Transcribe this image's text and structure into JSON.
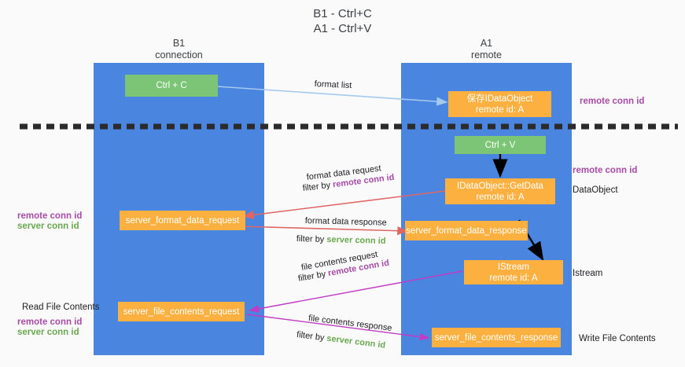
{
  "title": {
    "line1": "B1 - Ctrl+C",
    "line2": "A1 - Ctrl+V"
  },
  "columns": [
    {
      "name": "B1",
      "subtitle": "connection"
    },
    {
      "name": "A1",
      "subtitle": "remote"
    }
  ],
  "nodes": {
    "ctrl_c": "Ctrl + C",
    "ctrl_v": "Ctrl + V",
    "save_idataobject_l1": "保存IDataObject",
    "save_idataobject_l2": "remote id: A",
    "getdata_l1": "IDataObject::GetData",
    "getdata_l2": "remote id: A",
    "istream_l1": "IStream",
    "istream_l2": "remote id: A",
    "server_format_data_request": "server_format_data_request",
    "server_format_data_response": "server_format_data_response",
    "server_file_contents_request": "server_file_contents_request",
    "server_file_contents_response": "server_file_contents_response"
  },
  "edge_labels": {
    "format_list": "format list",
    "format_data_request": "format data request",
    "format_data_request_filter_prefix": "filter by ",
    "format_data_request_filter_key": "remote conn id",
    "format_data_response": "format data response",
    "format_data_response_filter_prefix": "filter by ",
    "format_data_response_filter_key": "server conn id",
    "file_contents_request": "file contents request",
    "file_contents_request_filter_prefix": "filter by ",
    "file_contents_request_filter_key": "remote conn id",
    "file_contents_response": "file contents response",
    "file_contents_response_filter_prefix": "filter by ",
    "file_contents_response_filter_key": "server conn id"
  },
  "right_labels": {
    "remote_conn_id_top": "remote conn id",
    "remote_conn_id_mid": "remote conn id",
    "dataobject": "DataObject",
    "istream": "Istream",
    "write_file_contents": "Write File Contents"
  },
  "left_labels": {
    "remote_conn_id": "remote conn id",
    "server_conn_id": "server conn id",
    "read_file_contents": "Read File Contents",
    "remote_conn_id_2": "remote conn id",
    "server_conn_id_2": "server conn id"
  },
  "colors": {
    "column_blue": "#4a86e0",
    "node_green": "#7cc576",
    "node_orange": "#fbb040",
    "arrow_lightblue": "#a4c8ee",
    "arrow_red": "#e06666",
    "arrow_magenta": "#c33ac3",
    "arrow_black": "#000000",
    "key_purple": "#a64ca6",
    "key_green": "#6aa84f",
    "background": "#fafafa"
  }
}
